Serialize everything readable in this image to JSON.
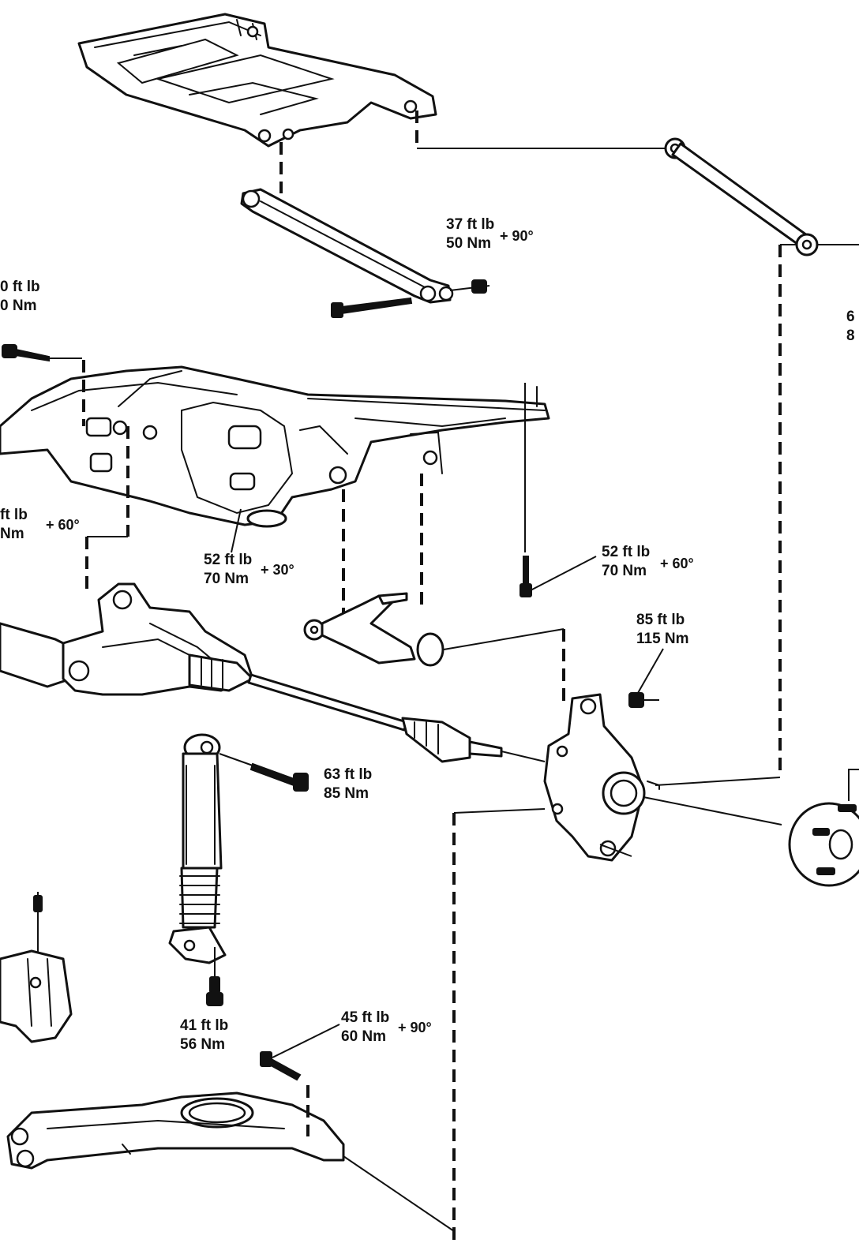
{
  "torque_specs": {
    "upper_control_arm_nut": {
      "line1": "37 ft lb",
      "line2": "50 Nm",
      "suffix": "+ 90°"
    },
    "crossmember_left_bolt": {
      "line1": "0 ft lb",
      "line2": "0 Nm",
      "suffix": ""
    },
    "crossmember_lower_left": {
      "line1": "ft lb",
      "line2": "Nm",
      "suffix": "+ 60°"
    },
    "crossmember_center_bolt": {
      "line1": "52 ft lb",
      "line2": "70 Nm",
      "suffix": "+ 30°"
    },
    "knuckle_vertical_bolt": {
      "line1": "52 ft lb",
      "line2": "70 Nm",
      "suffix": "+ 60°"
    },
    "knuckle_nut": {
      "line1": "85  ft lb",
      "line2": "115 Nm",
      "suffix": ""
    },
    "shock_upper_bolt": {
      "line1": "63 ft lb",
      "line2": "85 Nm",
      "suffix": ""
    },
    "shock_lower_bolt": {
      "line1": "41 ft lb",
      "line2": "56 Nm",
      "suffix": ""
    },
    "lower_arm_bolt": {
      "line1": "45 ft lb",
      "line2": "60 Nm",
      "suffix": "+ 90°"
    },
    "right_edge_fragment": {
      "line1": "6",
      "line2": "8",
      "suffix": ""
    }
  }
}
